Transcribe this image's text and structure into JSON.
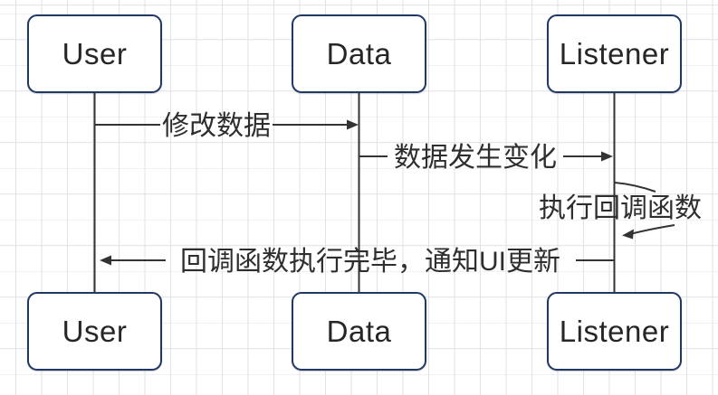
{
  "diagram": {
    "type": "sequence-diagram",
    "actors": [
      {
        "id": "user",
        "label": "User"
      },
      {
        "id": "data",
        "label": "Data"
      },
      {
        "id": "listener",
        "label": "Listener"
      }
    ],
    "messages": [
      {
        "index": 1,
        "from": "User",
        "to": "Data",
        "label": "修改数据"
      },
      {
        "index": 2,
        "from": "Data",
        "to": "Listener",
        "label": "数据发生变化"
      },
      {
        "index": 3,
        "from": "Listener",
        "to": "Listener",
        "label": "执行回调函数",
        "self_message": true
      },
      {
        "index": 4,
        "from": "Listener",
        "to": "User",
        "label": "回调函数执行完毕，通知UI更新"
      }
    ],
    "colors": {
      "box_border": "#1f3864",
      "box_fill": "#ffffff",
      "line": "#333333",
      "text": "#2e2e2e",
      "grid": "#e8e8ec",
      "background": "#ffffff"
    }
  }
}
